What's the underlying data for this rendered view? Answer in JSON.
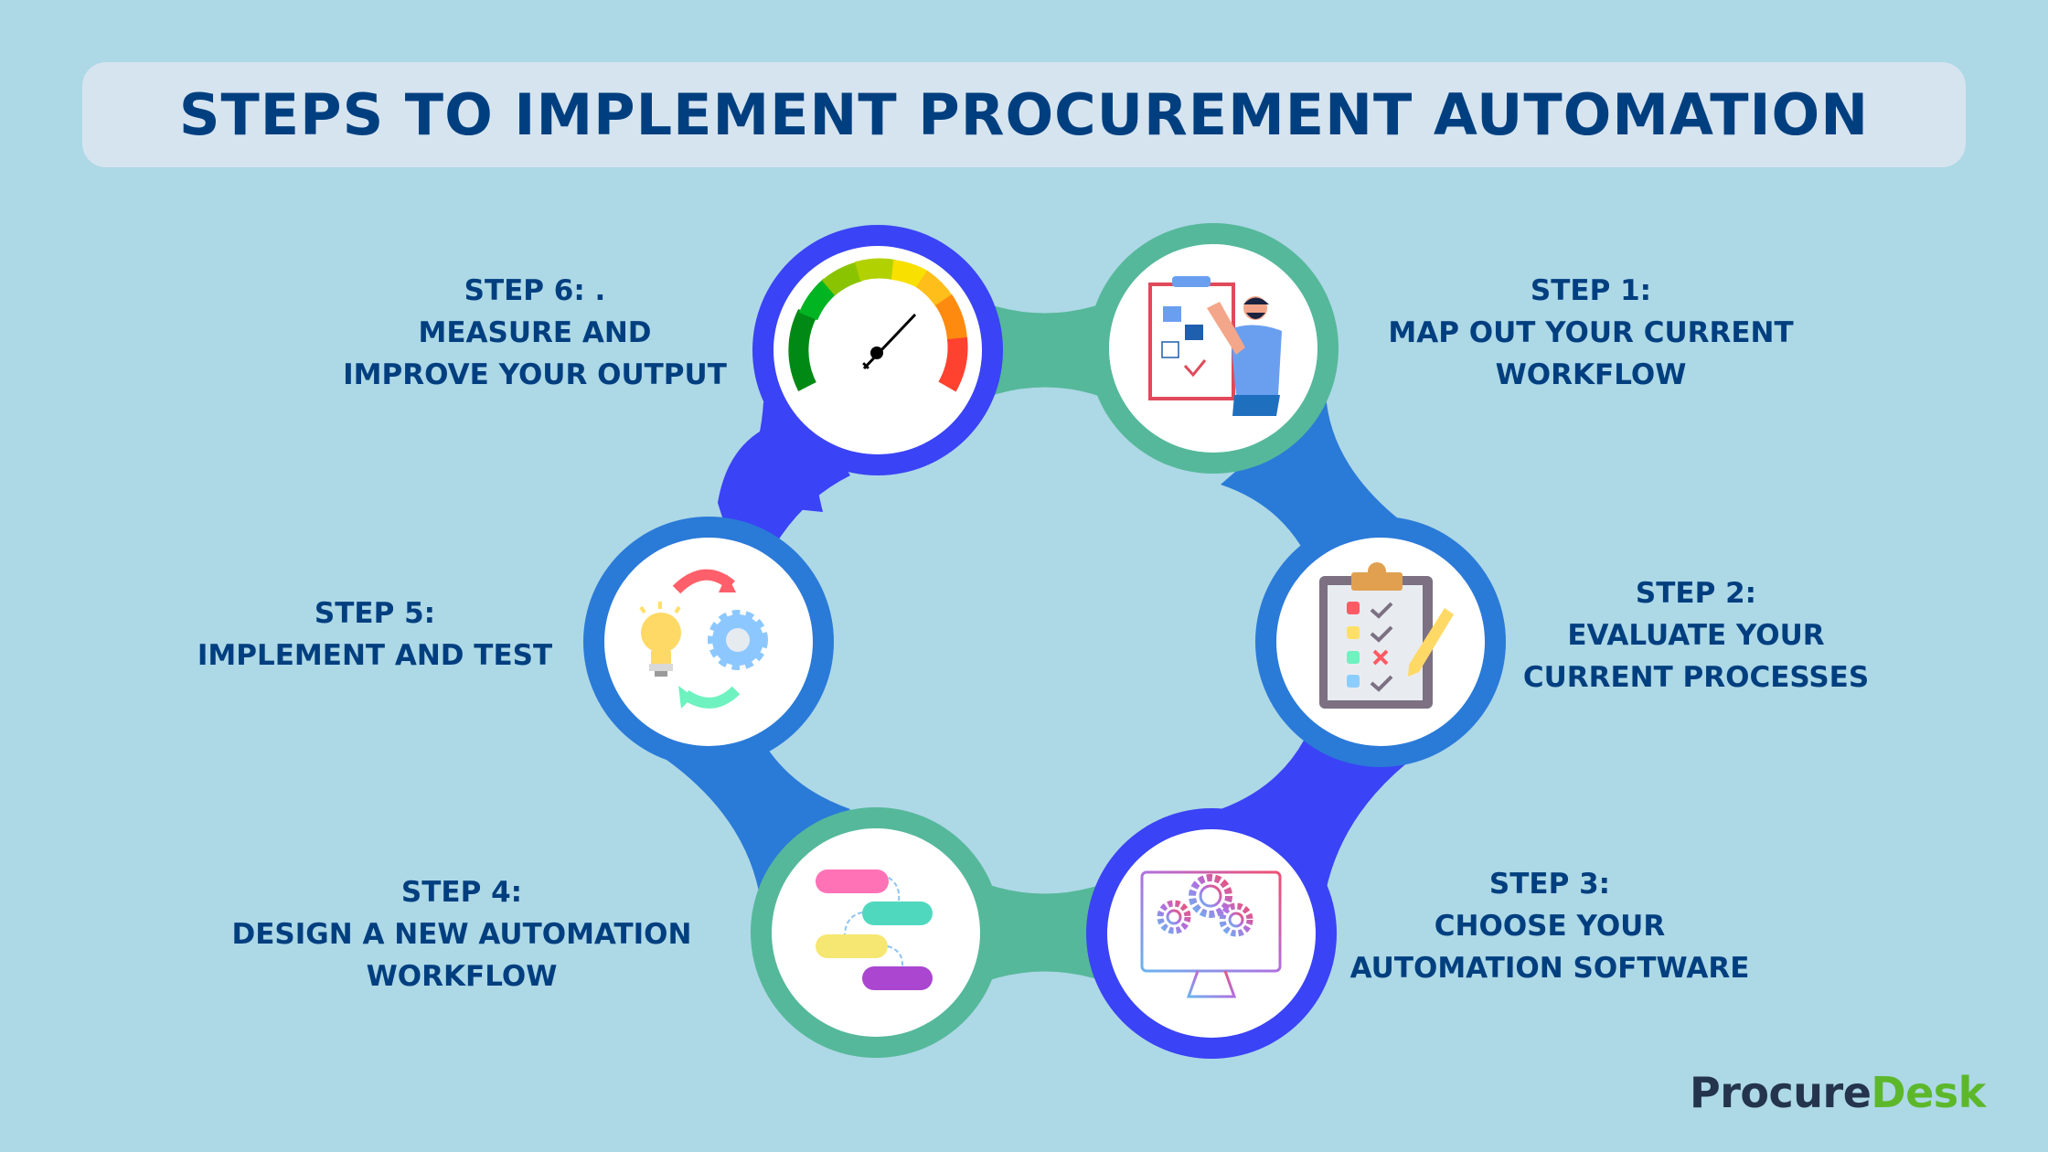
{
  "title": "STEPS TO IMPLEMENT PROCUREMENT AUTOMATION",
  "colors": {
    "background": "#add8e6",
    "title_bar": "#d6e4f0",
    "text": "#003f7f",
    "indigo": "#3a43f5",
    "teal": "#55b89a",
    "blue": "#2a7ad8"
  },
  "steps": [
    {
      "label": "STEP 1:",
      "lines": [
        "MAP OUT YOUR CURRENT",
        "WORKFLOW"
      ],
      "icon": "clipboard-person-icon",
      "ring_color": "#55b89a"
    },
    {
      "label": "STEP 2:",
      "lines": [
        "EVALUATE YOUR",
        "CURRENT PROCESSES"
      ],
      "icon": "checklist-clipboard-icon",
      "ring_color": "#2a7ad8"
    },
    {
      "label": "STEP 3:",
      "lines": [
        "CHOOSE YOUR",
        "AUTOMATION SOFTWARE"
      ],
      "icon": "monitor-gears-icon",
      "ring_color": "#3a43f5"
    },
    {
      "label": "STEP 4:",
      "lines": [
        "DESIGN A NEW AUTOMATION",
        "WORKFLOW"
      ],
      "icon": "workflow-blocks-icon",
      "ring_color": "#55b89a"
    },
    {
      "label": "STEP 5:",
      "lines": [
        "IMPLEMENT AND TEST"
      ],
      "icon": "lightbulb-gear-cycle-icon",
      "ring_color": "#2a7ad8"
    },
    {
      "label": "STEP 6: .",
      "lines": [
        "MEASURE AND",
        "IMPROVE YOUR OUTPUT"
      ],
      "icon": "speedometer-icon",
      "ring_color": "#3a43f5"
    }
  ],
  "logo": {
    "part1": "Procure",
    "part2": "Desk"
  }
}
